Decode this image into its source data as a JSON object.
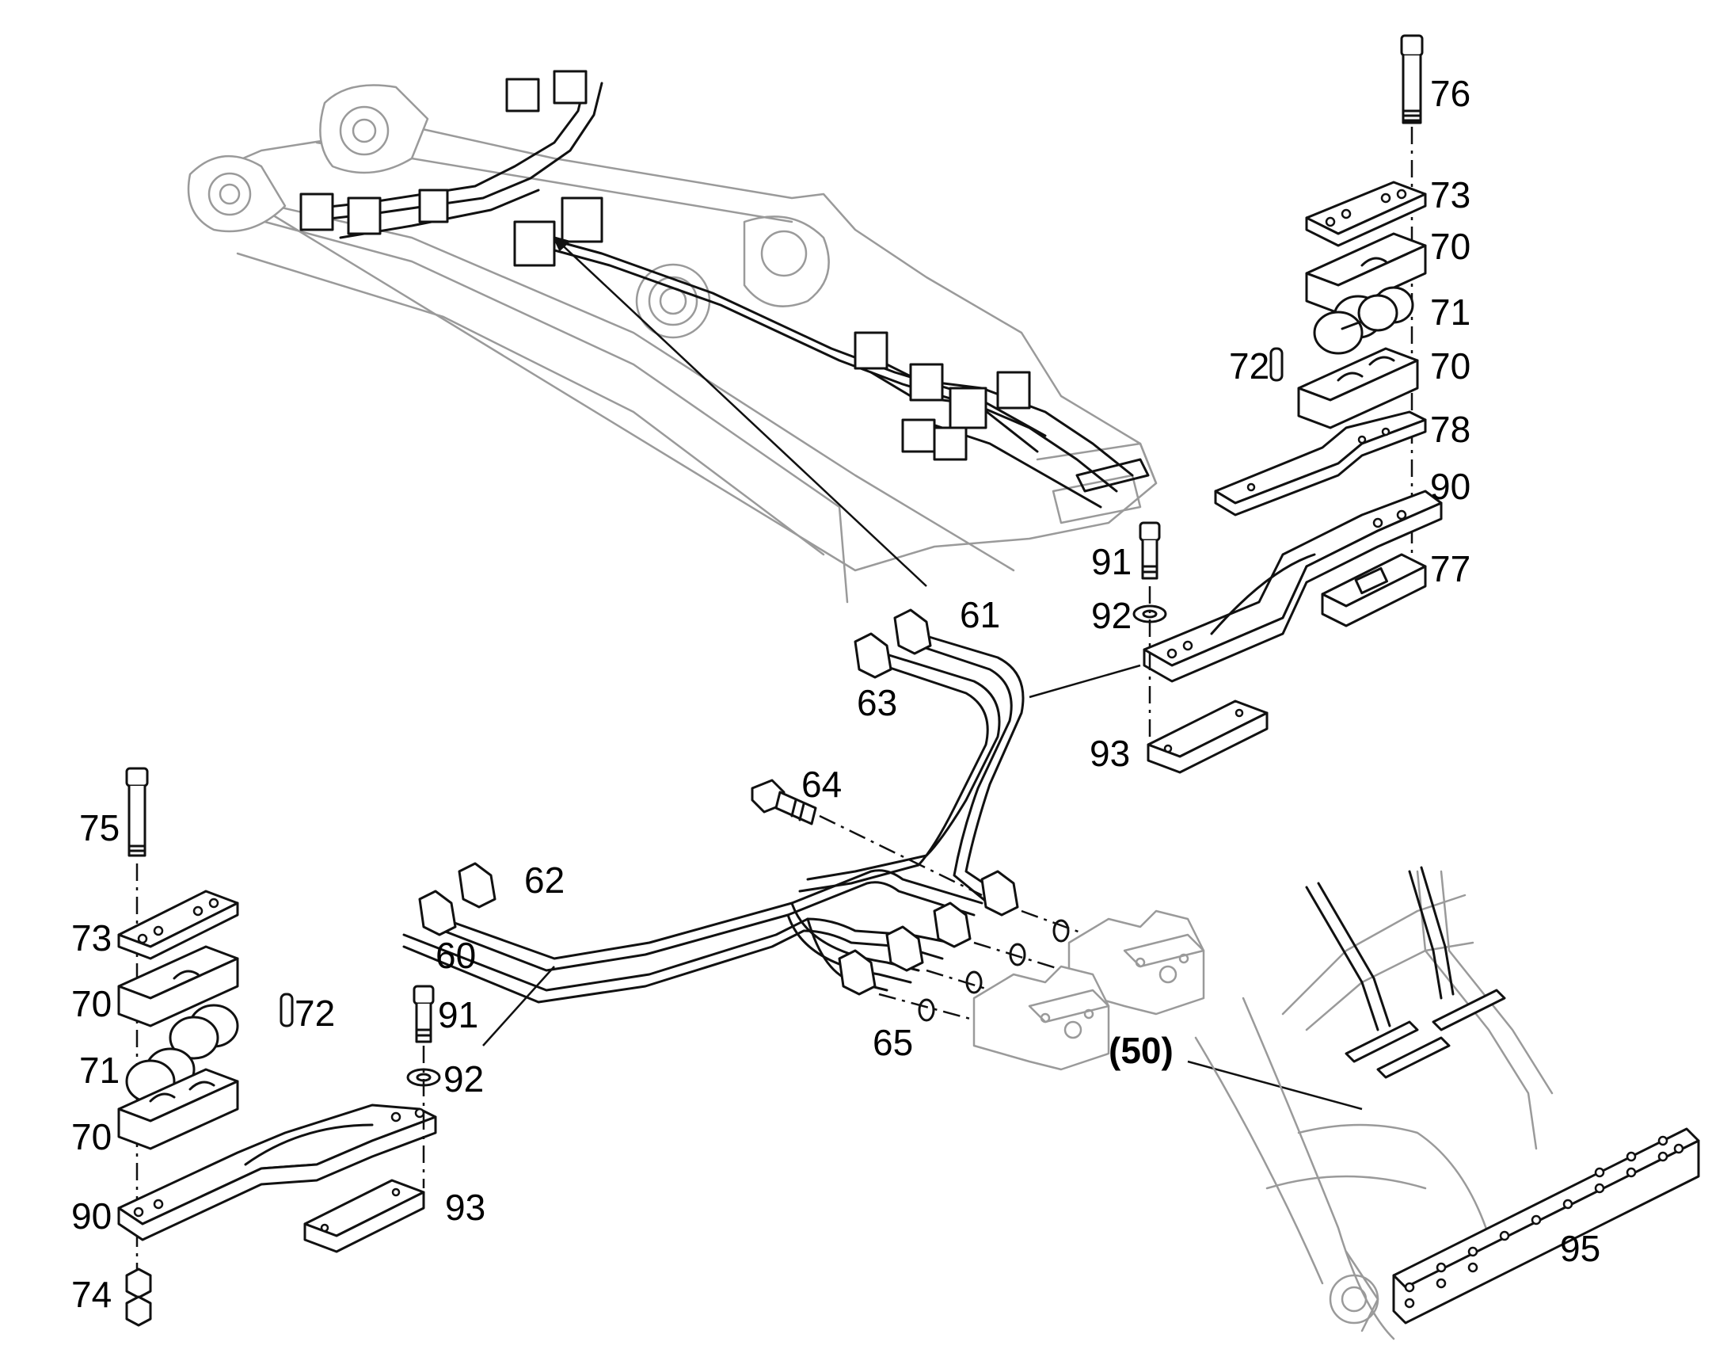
{
  "callouts": [
    {
      "id": "c76",
      "text": "76"
    },
    {
      "id": "c73a",
      "text": "73"
    },
    {
      "id": "c70a",
      "text": "70"
    },
    {
      "id": "c71a",
      "text": "71"
    },
    {
      "id": "c72a",
      "text": "72"
    },
    {
      "id": "c70b",
      "text": "70"
    },
    {
      "id": "c78",
      "text": "78"
    },
    {
      "id": "c90a",
      "text": "90"
    },
    {
      "id": "c91a",
      "text": "91"
    },
    {
      "id": "c77",
      "text": "77"
    },
    {
      "id": "c92a",
      "text": "92"
    },
    {
      "id": "c61",
      "text": "61"
    },
    {
      "id": "c63",
      "text": "63"
    },
    {
      "id": "c93a",
      "text": "93"
    },
    {
      "id": "c64",
      "text": "64"
    },
    {
      "id": "c75",
      "text": "75"
    },
    {
      "id": "c62",
      "text": "62"
    },
    {
      "id": "c73b",
      "text": "73"
    },
    {
      "id": "c60",
      "text": "60"
    },
    {
      "id": "c70c",
      "text": "70"
    },
    {
      "id": "c72b",
      "text": "72"
    },
    {
      "id": "c91b",
      "text": "91"
    },
    {
      "id": "c71b",
      "text": "71"
    },
    {
      "id": "c92b",
      "text": "92"
    },
    {
      "id": "c65",
      "text": "65"
    },
    {
      "id": "c50",
      "text": "(50)"
    },
    {
      "id": "c70d",
      "text": "70"
    },
    {
      "id": "c93b",
      "text": "93"
    },
    {
      "id": "c90b",
      "text": "90"
    },
    {
      "id": "c95",
      "text": "95"
    },
    {
      "id": "c74",
      "text": "74"
    }
  ]
}
